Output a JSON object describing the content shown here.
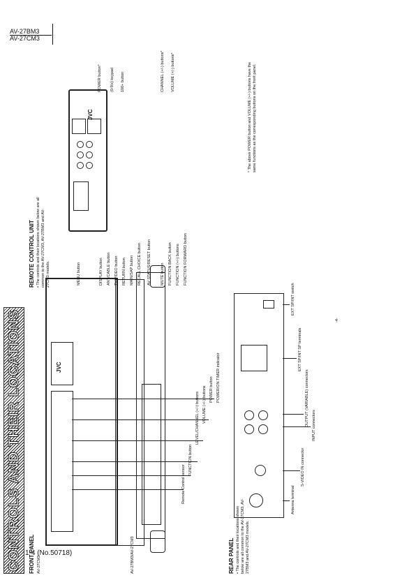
{
  "header": {
    "model_line1": "AV-27BM3",
    "model_line2": "AV-27CM3"
  },
  "page_number": "1-4 (No.50718)",
  "footer": "-4-",
  "title": "CONTROLS AND THEIR LOCATIONS",
  "front_panel": {
    "heading": "FRONT PANEL",
    "model_a": "AV-27CM3",
    "model_b": "AV-27BM3/AV-27CM3",
    "brand": "JVC",
    "labels": [
      "POWER/ON TIMER indicator",
      "POWER button",
      "VOLUME (+/-) buttons",
      "LEVEL/CHANNEL (+/-) buttons",
      "FUNCTION button",
      "Remote Control sensor"
    ]
  },
  "rear_panel": {
    "heading": "REAR PANEL",
    "note": "• The controls and their locations shown below are all common to the AV-27CM3, AV-27BM3 and AV-27CM3 models.",
    "labels": [
      "Antenna terminal",
      "S-VIDEO IN connector",
      "INPUT connectors",
      "OUTPUT (VARIABLE) connectors",
      "EXT SP/INT SP terminals",
      "EXT SP/INT switch"
    ]
  },
  "remote": {
    "heading": "REMOTE CONTROL UNIT",
    "note": "• The controls and their locations shown below are all common to the AV-27CM3, AV-27BM3 and AV-27CM3 models.",
    "brand": "JVC",
    "left_labels": [
      "MENU button",
      "DISPLAY button",
      "ANT/CABLE button",
      "TV/VIDEO button",
      "RETURN button",
      "MAIN/SAP button",
      "RECALL CHOICE button",
      "AV STATUS/RESET button",
      "MUTE button",
      "FUNCTION BACK button",
      "FUNCTION (+/-) buttons",
      "FUNCTION FORWARD button"
    ],
    "right_labels": [
      "POWER button*",
      "(0-9/x) keypad",
      "100+ button",
      "CHANNEL (+/-) buttons*",
      "VOLUME (+/-) buttons*"
    ],
    "footnote": "* The above POWER button and VOLUME (+/-) buttons have the same functions as the corresponding buttons on the front panel."
  }
}
